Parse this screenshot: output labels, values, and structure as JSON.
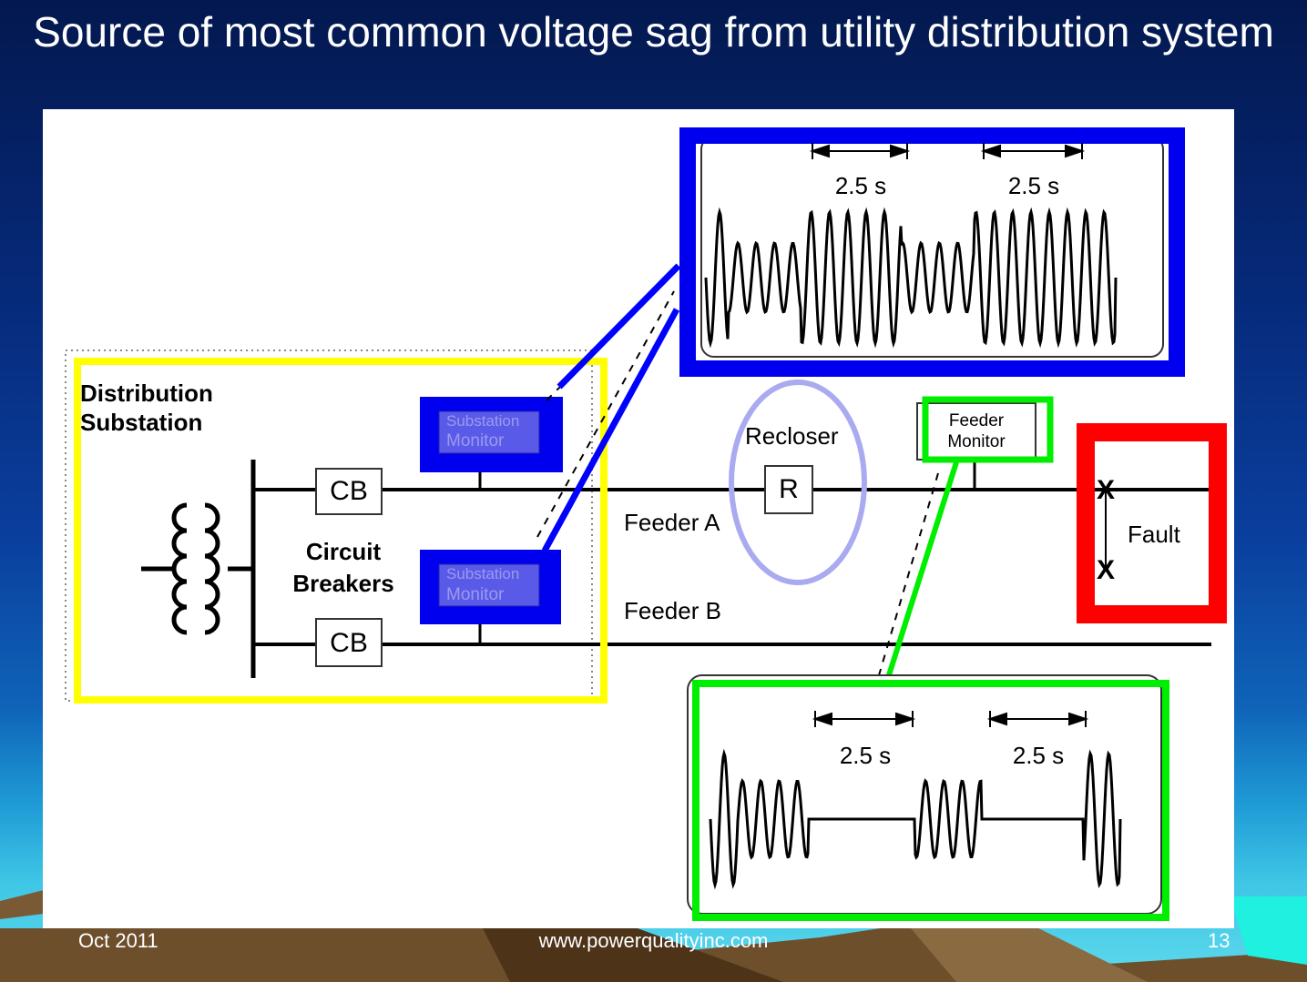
{
  "slide": {
    "title": "Source of most common voltage sag from utility distribution system",
    "footer_left": "Oct 2011",
    "footer_center": "www.powerqualityinc.com",
    "footer_right": "13"
  },
  "diagram": {
    "substation_line1": "Distribution",
    "substation_line2": "Substation",
    "cb_top": "CB",
    "cb_bottom": "CB",
    "circuit_breakers_line1": "Circuit",
    "circuit_breakers_line2": "Breakers",
    "monitor_top_line1": "Substation",
    "monitor_top_line2": "Monitor",
    "monitor_bottom_line1": "Substation",
    "monitor_bottom_line2": "Monitor",
    "feeder_a": "Feeder A",
    "feeder_b": "Feeder B",
    "recloser_label": "Recloser",
    "recloser_box": "R",
    "feeder_monitor_line1": "Feeder",
    "feeder_monitor_line2": "Monitor",
    "fault_label": "Fault",
    "top_wave_interval_1": "2.5 s",
    "top_wave_interval_2": "2.5 s",
    "bottom_wave_interval_1": "2.5 s",
    "bottom_wave_interval_2": "2.5 s"
  },
  "colors": {
    "substation_highlight": "#ffff00",
    "substation_monitor_highlight": "#0000ff",
    "recloser_highlight": "#aaaaf0",
    "feeder_monitor_highlight": "#00ff00",
    "fault_highlight": "#ff0000"
  }
}
